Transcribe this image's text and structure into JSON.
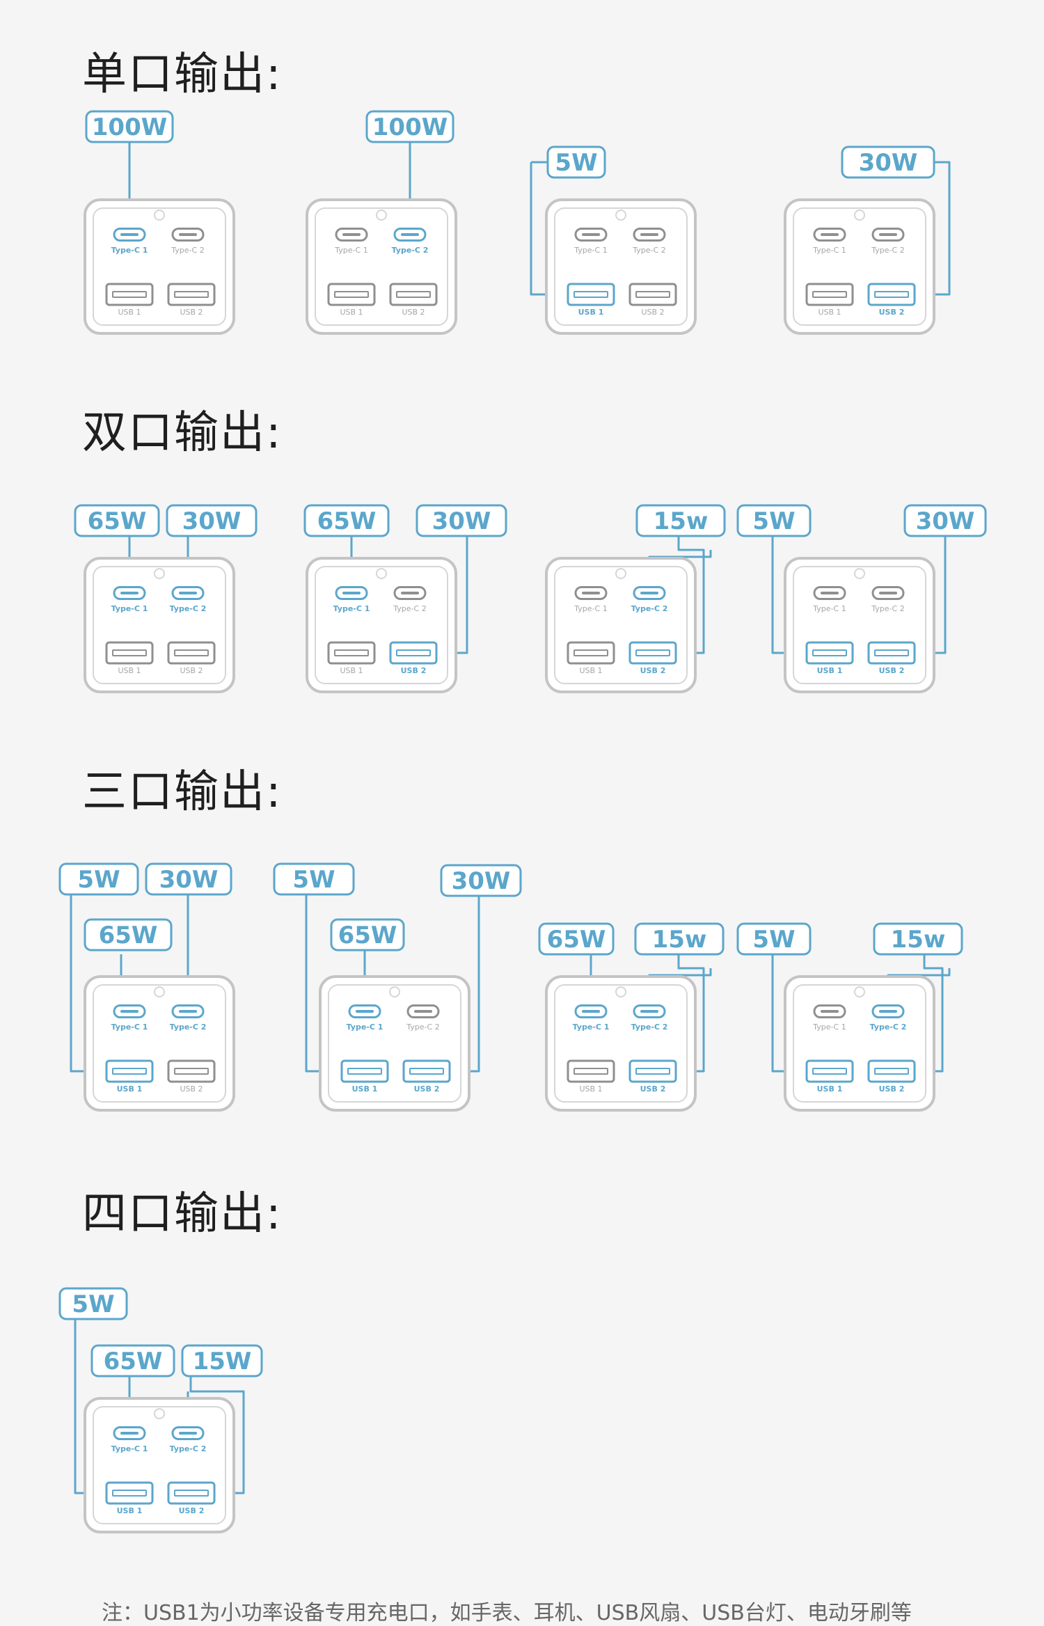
{
  "port_names": {
    "c1": "Type-C 1",
    "c2": "Type-C 2",
    "u1": "USB 1",
    "u2": "USB 2"
  },
  "colors": {
    "accent": "#5ba6cb",
    "body": "#c4c4c4",
    "inner": "#d6d6d6",
    "port": "#8f8f8f",
    "port_label": "#a6a6a6",
    "page": "#f5f5f5"
  },
  "sections": [
    {
      "title": "单口输出:",
      "configs": [
        {
          "active": [
            "c1"
          ],
          "labels": [
            {
              "text": "100W",
              "port": "c1"
            }
          ]
        },
        {
          "active": [
            "c2"
          ],
          "labels": [
            {
              "text": "100W",
              "port": "c2"
            }
          ]
        },
        {
          "active": [
            "u1"
          ],
          "labels": [
            {
              "text": "5W",
              "port": "u1"
            }
          ]
        },
        {
          "active": [
            "u2"
          ],
          "labels": [
            {
              "text": "30W",
              "port": "u2"
            }
          ]
        }
      ]
    },
    {
      "title": "双口输出:",
      "configs": [
        {
          "active": [
            "c1",
            "c2"
          ],
          "labels": [
            {
              "text": "65W",
              "port": "c1"
            },
            {
              "text": "30W",
              "port": "c2"
            }
          ]
        },
        {
          "active": [
            "c1",
            "u2"
          ],
          "labels": [
            {
              "text": "65W",
              "port": "c1"
            },
            {
              "text": "30W",
              "port": "u2"
            }
          ]
        },
        {
          "active": [
            "c2",
            "u2"
          ],
          "labels": [
            {
              "text": "15w",
              "port": "c2+u2"
            }
          ]
        },
        {
          "active": [
            "u1",
            "u2"
          ],
          "labels": [
            {
              "text": "5W",
              "port": "u1"
            },
            {
              "text": "30W",
              "port": "u2"
            }
          ]
        }
      ]
    },
    {
      "title": "三口输出:",
      "configs": [
        {
          "active": [
            "c1",
            "c2",
            "u1"
          ],
          "labels": [
            {
              "text": "5W",
              "port": "u1"
            },
            {
              "text": "30W",
              "port": "c2"
            },
            {
              "text": "65W",
              "port": "c1"
            }
          ]
        },
        {
          "active": [
            "c1",
            "u1",
            "u2"
          ],
          "labels": [
            {
              "text": "5W",
              "port": "u1"
            },
            {
              "text": "30W",
              "port": "u2"
            },
            {
              "text": "65W",
              "port": "c1"
            }
          ]
        },
        {
          "active": [
            "c1",
            "c2",
            "u2"
          ],
          "labels": [
            {
              "text": "65W",
              "port": "c1"
            },
            {
              "text": "15w",
              "port": "c2+u2"
            }
          ]
        },
        {
          "active": [
            "c2",
            "u1",
            "u2"
          ],
          "labels": [
            {
              "text": "5W",
              "port": "u1"
            },
            {
              "text": "15w",
              "port": "c2+u2"
            }
          ]
        }
      ]
    },
    {
      "title": "四口输出:",
      "configs": [
        {
          "active": [
            "c1",
            "c2",
            "u1",
            "u2"
          ],
          "labels": [
            {
              "text": "5W",
              "port": "u1"
            },
            {
              "text": "65W",
              "port": "c1"
            },
            {
              "text": "15W",
              "port": "c2+u2"
            }
          ]
        }
      ]
    }
  ],
  "note": "注：USB1为小功率设备专用充电口，如手表、耳机、USB风扇、USB台灯、电动牙刷等"
}
